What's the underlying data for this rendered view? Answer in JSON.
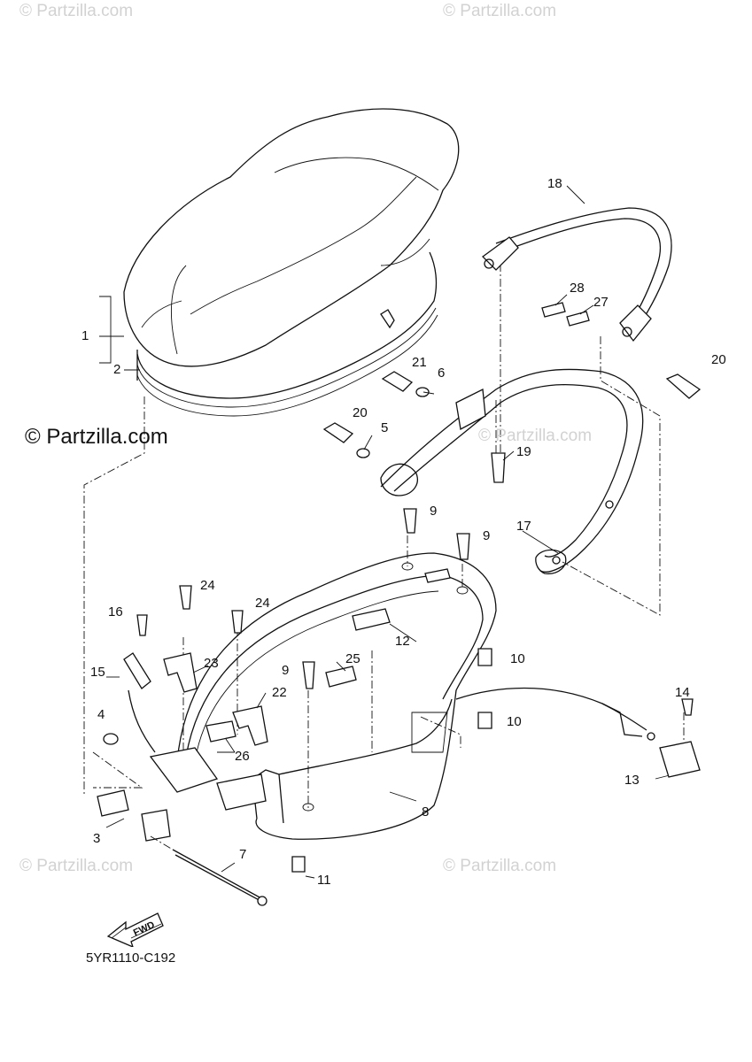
{
  "watermarks": {
    "main": "© Partzilla.com",
    "faint": "© Partzilla.com"
  },
  "diagram_code": "5YR1110-C192",
  "fwd_label": "FWD",
  "callouts": {
    "p1": "1",
    "p2": "2",
    "p3": "3",
    "p4": "4",
    "p5": "5",
    "p6": "6",
    "p7": "7",
    "p8": "8",
    "p9a": "9",
    "p9b": "9",
    "p9c": "9",
    "p10a": "10",
    "p10b": "10",
    "p11": "11",
    "p12": "12",
    "p13": "13",
    "p14": "14",
    "p15": "15",
    "p16": "16",
    "p17": "17",
    "p18": "18",
    "p19": "19",
    "p20a": "20",
    "p20b": "20",
    "p21": "21",
    "p22": "22",
    "p23": "23",
    "p24a": "24",
    "p24b": "24",
    "p25": "25",
    "p26": "26",
    "p27": "27",
    "p28": "28"
  }
}
